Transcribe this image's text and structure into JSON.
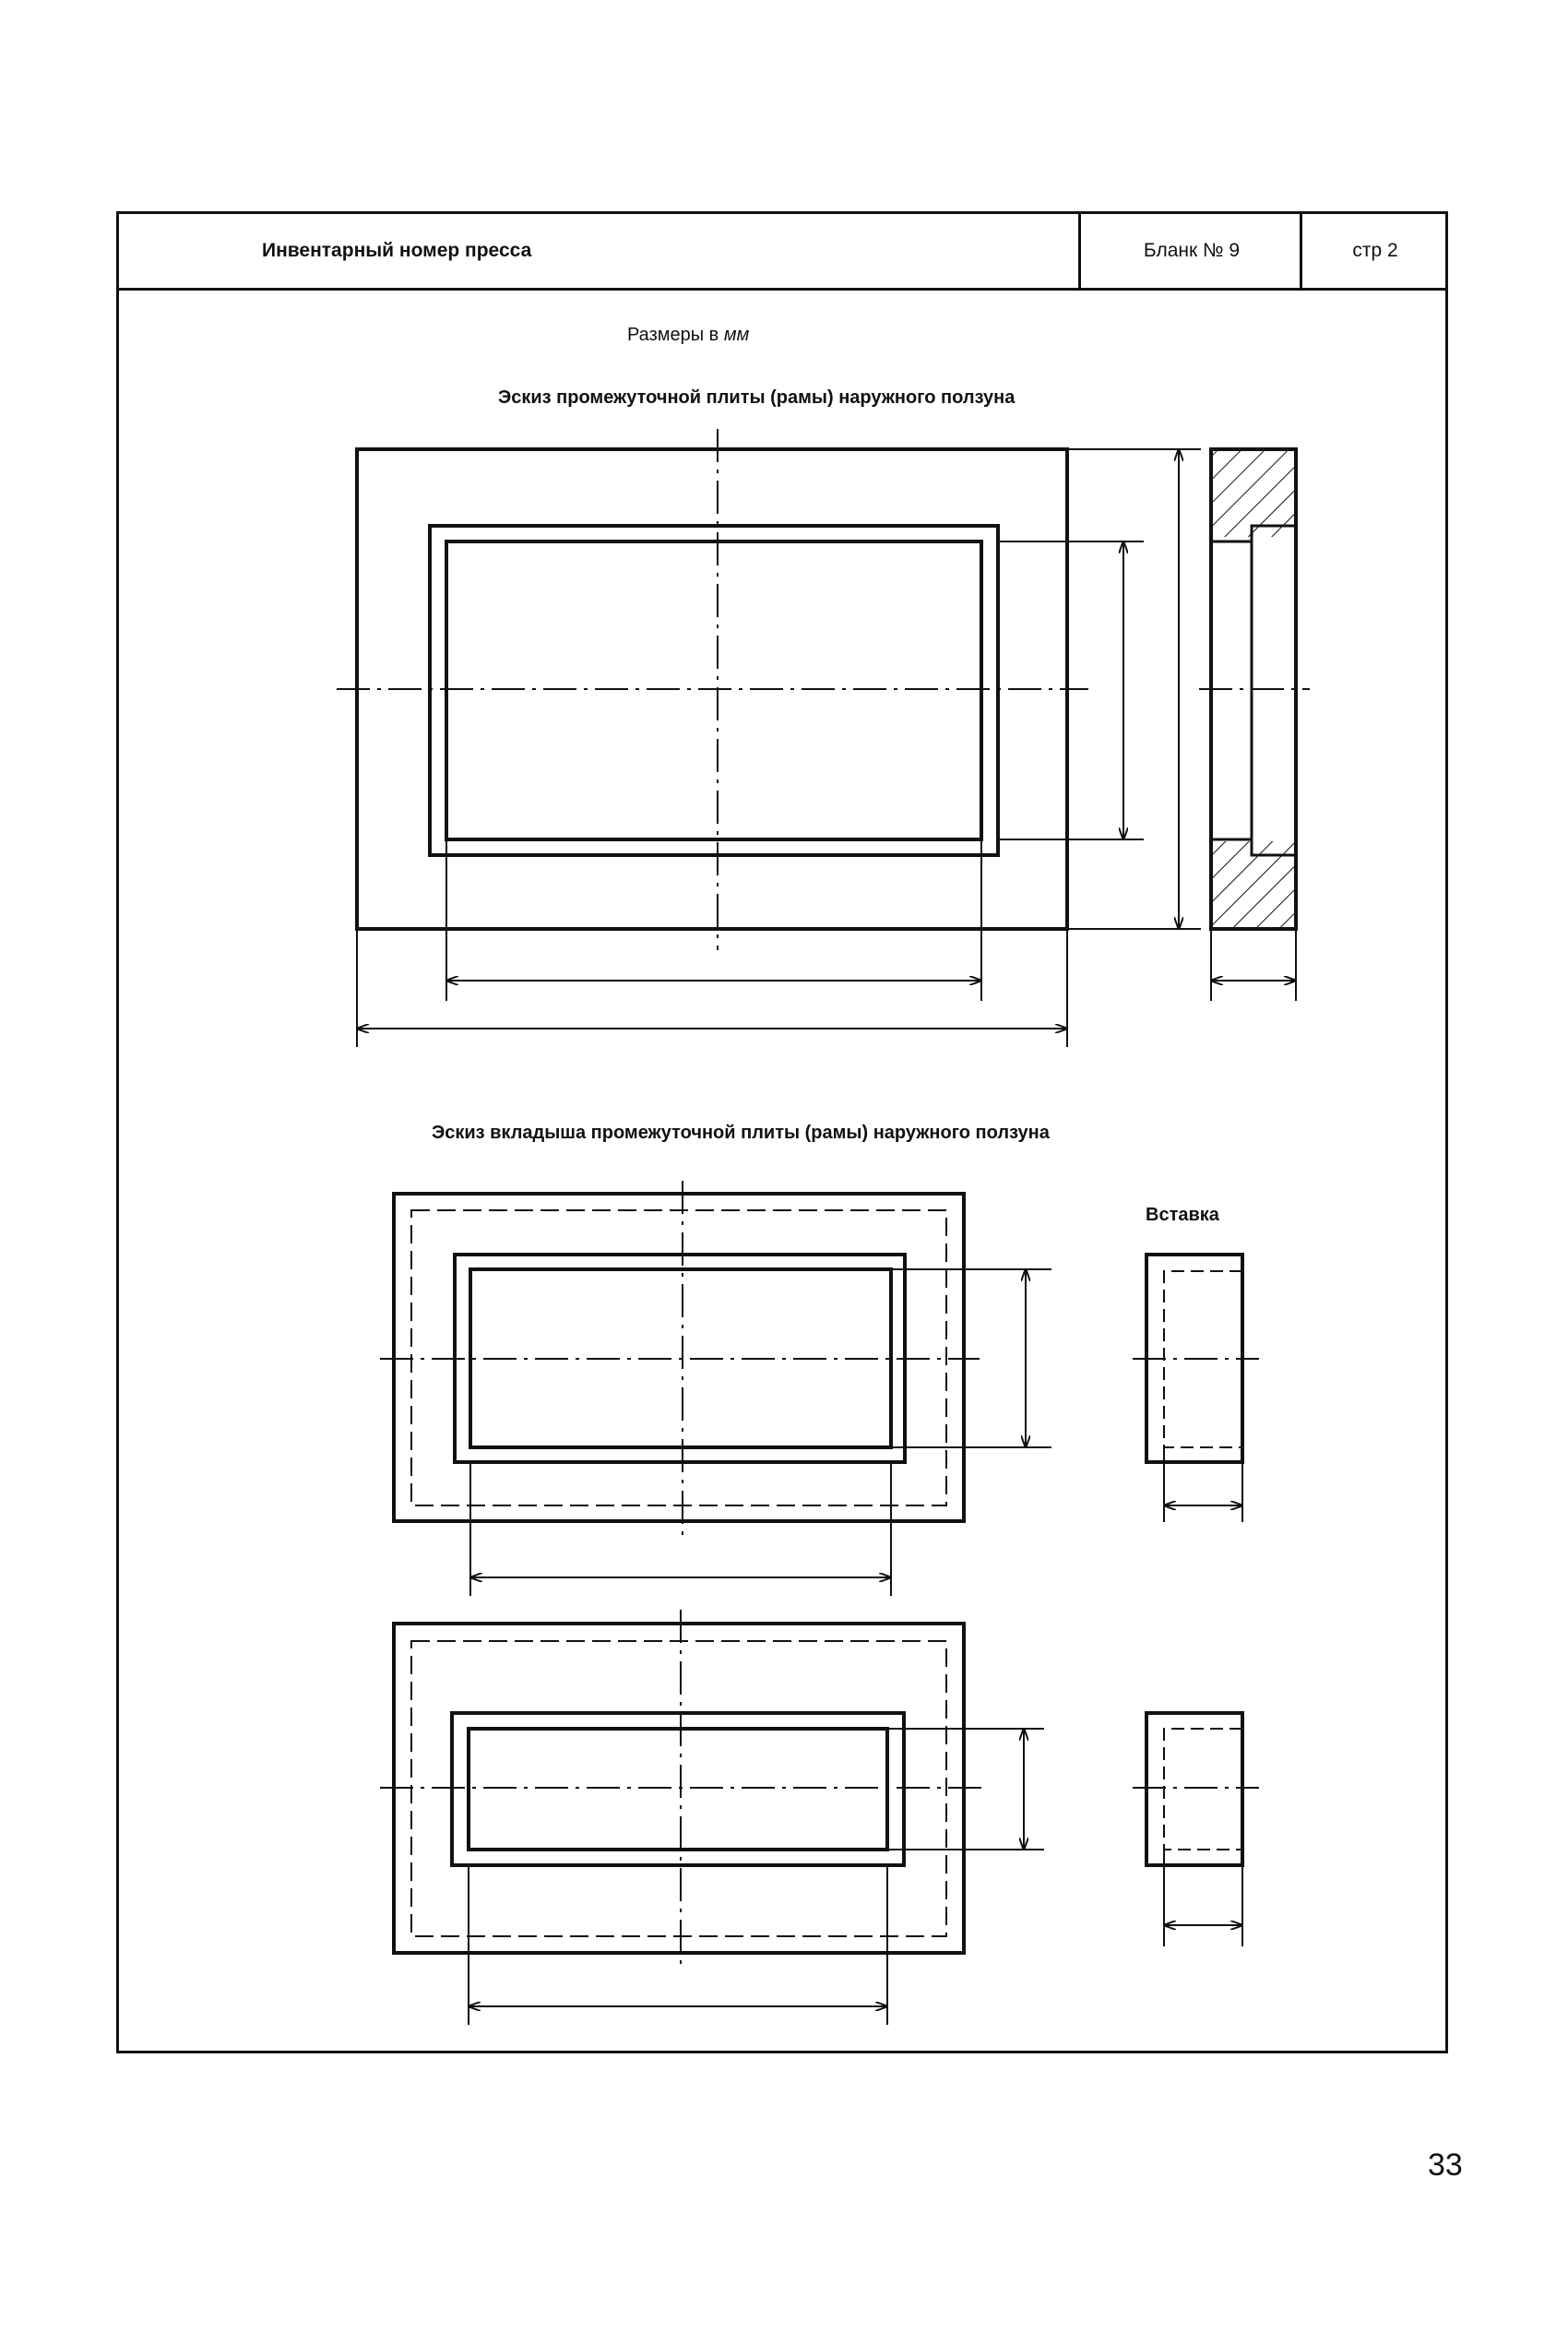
{
  "header": {
    "inventory_label": "Инвентарный номер пресса",
    "form_number": "Бланк № 9",
    "page_label": "стр 2"
  },
  "sizes_note": {
    "prefix": "Размеры в",
    "unit": "мм"
  },
  "sketch1": {
    "title": "Эскиз промежуточной плиты (рамы) наружного ползуна"
  },
  "sketch2": {
    "title": "Эскиз вкладыша промежуточной плиты (рамы) наружного ползуна",
    "insert_label": "Вставка"
  },
  "page_number": "33"
}
